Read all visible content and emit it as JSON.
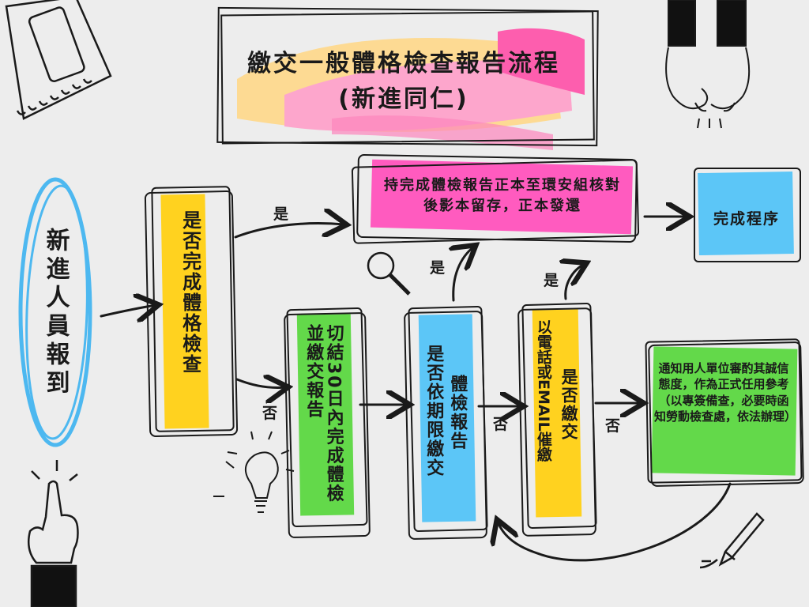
{
  "title": {
    "line1": "繳交一般體格檢查報告流程",
    "line2": "(新進同仁)"
  },
  "nodes": {
    "start": "新進人員報到",
    "q_exam_done": "是否完成體格檢查",
    "submit_original": "持完成體檢報告正本至環安組核對後影本留存，正本發還",
    "complete": "完成程序",
    "affidavit": "切結30日內完成體檢並繳交報告",
    "q_on_time_col1": "是否依期限繳交",
    "q_on_time_col2": "體檢報告",
    "urge_col1": "以電話或EMAIL催繳",
    "urge_col2": "是否繳交",
    "notify": "通知用人單位審酌其誠信態度，作為正式任用參考（以專簽備查，必要時函知勞動檢查處，依法辦理）"
  },
  "edge_labels": {
    "yes": "是",
    "no": "否"
  },
  "colors": {
    "yellow": "#ffd21f",
    "pink": "#ff5bbf",
    "blue": "#5cc6f7",
    "green": "#63d94a",
    "ink": "#1a1a1a"
  }
}
